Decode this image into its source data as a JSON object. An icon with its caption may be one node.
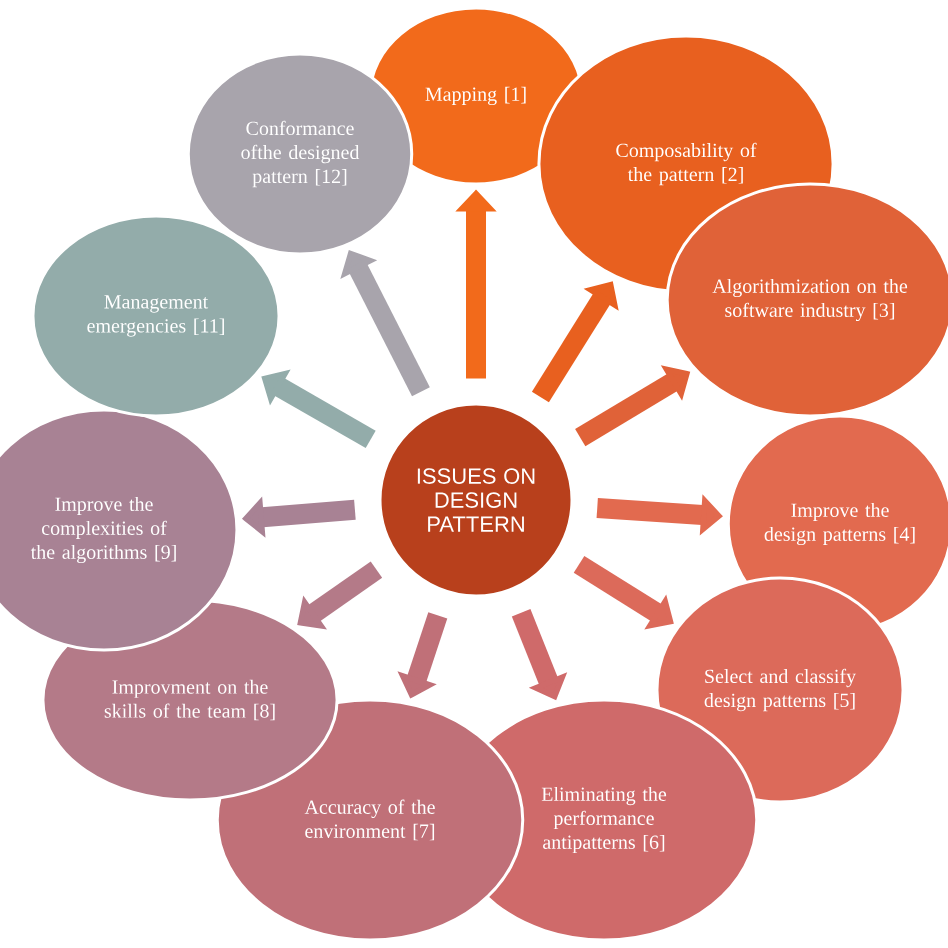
{
  "diagram": {
    "nodes": [
      {
        "text": [
          "ISSUES ON DESIGN PATTERN"
        ]
      },
      {
        "text": [
          "Mapping [1]"
        ]
      },
      {
        "text": [
          "Composability of the pattern [2]"
        ]
      },
      {
        "text": [
          "Algorithmization  on the software industry [3]"
        ]
      },
      {
        "text": [
          "Improve the design patterns [4]"
        ]
      },
      {
        "text": [
          "Select and classify design patterns [5]"
        ]
      },
      {
        "text": [
          "Eliminating  the performance antipatterns [6]"
        ]
      },
      {
        "text": [
          "Accuracy of the environment [7]"
        ]
      },
      {
        "text": [
          "Improvment on the skills of the team [8]"
        ]
      },
      {
        "text": [
          "Improve the complexities of the algorithms [9]"
        ]
      },
      {
        "text": [
          "Management emergencies [11]"
        ]
      },
      {
        "text": [
          "Conformance ofthe designed pattern [12]"
        ]
      }
    ],
    "edges": [
      {
        "from": 0,
        "to": 1,
        "arrow": "to",
        "color": "#f26a1b"
      },
      {
        "from": 0,
        "to": 2,
        "arrow": "to",
        "color": "#e8601f"
      },
      {
        "from": 0,
        "to": 3,
        "arrow": "to",
        "color": "#e06238"
      },
      {
        "from": 0,
        "to": 4,
        "arrow": "to",
        "color": "#e26a4f"
      },
      {
        "from": 0,
        "to": 5,
        "arrow": "to",
        "color": "#dc6a5a"
      },
      {
        "from": 0,
        "to": 6,
        "arrow": "to",
        "color": "#cf6a6a"
      },
      {
        "from": 0,
        "to": 7,
        "arrow": "to",
        "color": "#c07078"
      },
      {
        "from": 0,
        "to": 8,
        "arrow": "to",
        "color": "#b47a88"
      },
      {
        "from": 0,
        "to": 9,
        "arrow": "to",
        "color": "#a88294"
      },
      {
        "from": 0,
        "to": 10,
        "arrow": "to",
        "color": "#93acaa"
      },
      {
        "from": 0,
        "to": 11,
        "arrow": "to",
        "color": "#a8a4ac"
      }
    ]
  }
}
